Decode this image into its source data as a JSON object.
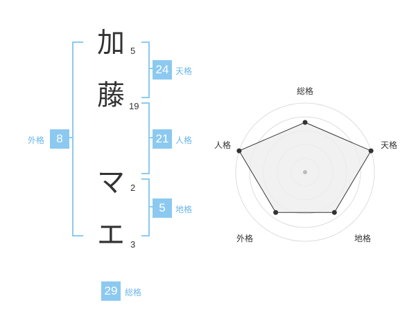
{
  "name": {
    "chars": [
      {
        "char": "加",
        "strokes": "5"
      },
      {
        "char": "藤",
        "strokes": "19"
      },
      {
        "char": "マ",
        "strokes": "2"
      },
      {
        "char": "エ",
        "strokes": "3"
      }
    ]
  },
  "kaku": {
    "tenkaku": {
      "label": "天格",
      "value": "24"
    },
    "jinkaku": {
      "label": "人格",
      "value": "21"
    },
    "chikaku": {
      "label": "地格",
      "value": "5"
    },
    "gaikaku": {
      "label": "外格",
      "value": "8"
    },
    "soukaku": {
      "label": "総格",
      "value": "29"
    }
  },
  "radar": {
    "axes": [
      "総格",
      "天格",
      "地格",
      "外格",
      "人格"
    ],
    "values": [
      0.72,
      1.0,
      0.72,
      0.72,
      1.0
    ],
    "fill": "#eeeeee",
    "stroke": "#333333",
    "ring_color": "#dddddd"
  },
  "colors": {
    "accent": "#8cc9f0",
    "label_blue": "#6bb7ea"
  }
}
